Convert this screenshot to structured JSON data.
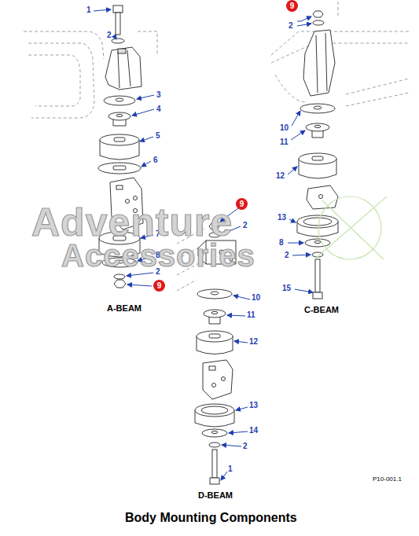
{
  "diagram": {
    "caption": "Body Mounting Components",
    "labels": [
      "1",
      "2",
      "3",
      "4",
      "5",
      "6",
      "7",
      "8",
      "2",
      "9",
      "A-BEAM",
      "9",
      "2",
      "10",
      "11",
      "12",
      "13",
      "8",
      "2",
      "15",
      "C-BEAM",
      "Adventure",
      "Accessories",
      "9",
      "2",
      "10",
      "11",
      "12",
      "13",
      "14",
      "2",
      "1",
      "D-BEAM",
      "P10-001.1"
    ]
  }
}
